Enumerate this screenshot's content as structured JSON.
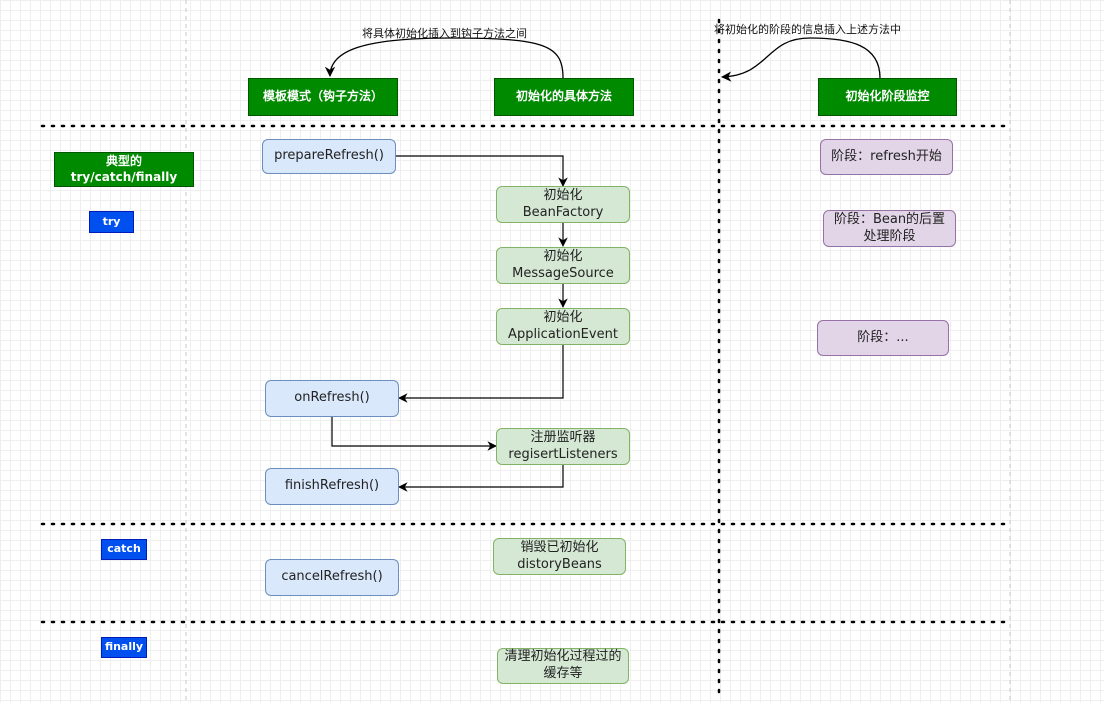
{
  "headers": {
    "template": "模板模式（钩子方法）",
    "concrete": "初始化的具体方法",
    "monitor": "初始化阶段监控",
    "try_catch_finally": "典型的try/catch/finally"
  },
  "notes": {
    "insert_hooks": "将具体初始化插入到钩子方法之间",
    "insert_info": "将初始化的阶段的信息插入上述方法中"
  },
  "sections": {
    "try": "try",
    "catch": "catch",
    "finally": "finally"
  },
  "hooks": {
    "prepare": "prepareRefresh()",
    "on_refresh": "onRefresh()",
    "finish": "finishRefresh()",
    "cancel": "cancelRefresh()"
  },
  "steps": {
    "bean_factory": "初始化\nBeanFactory",
    "message_source": "初始化\nMessageSource",
    "app_event": "初始化\nApplicationEvent",
    "listeners": "注册监听器\nregisertListeners",
    "destroy": "销毁已初始化\ndistoryBeans",
    "cleanup": "清理初始化过程过的\n缓存等"
  },
  "phases": {
    "start": "阶段：refresh开始",
    "post_process": "阶段：Bean的后置\n处理阶段",
    "etc": "阶段：..."
  }
}
